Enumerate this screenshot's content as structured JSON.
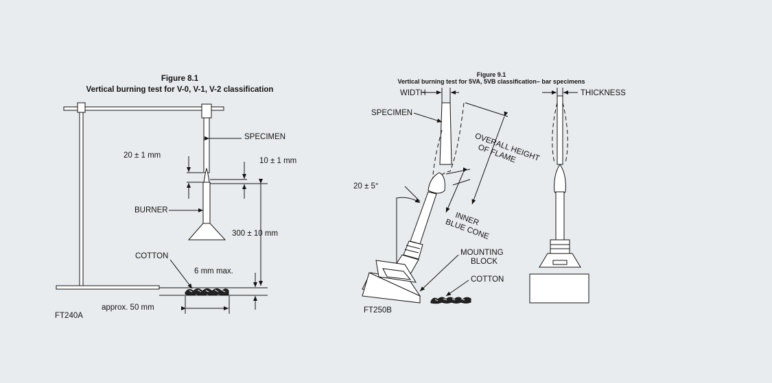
{
  "figure_a": {
    "title": "Figure 8.1",
    "subtitle": "Vertical burning test for V-0, V-1, V-2 classification",
    "code": "FT240A",
    "labels": {
      "specimen": "SPECIMEN",
      "gap": "20 ± 1 mm",
      "flame": "10 ± 1 mm",
      "burner": "BURNER",
      "height": "300 ± 10 mm",
      "cotton": "COTTON",
      "cotton_max": "6 mm max.",
      "approx": "approx. 50 mm"
    }
  },
  "figure_b": {
    "title": "Figure 9.1",
    "subtitle": "Vertical burning test for 5VA, 5VB classification– bar specimens",
    "code": "FT250B",
    "labels": {
      "width": "WIDTH",
      "thickness": "THICKNESS",
      "specimen": "SPECIMEN",
      "overall_1": "OVERALL HEIGHT",
      "overall_2": "OF FLAME",
      "inner_1": "INNER",
      "inner_2": "BLUE CONE",
      "angle": "20 ± 5°",
      "mounting_1": "MOUNTING",
      "mounting_2": "BLOCK",
      "cotton": "COTTON"
    }
  }
}
